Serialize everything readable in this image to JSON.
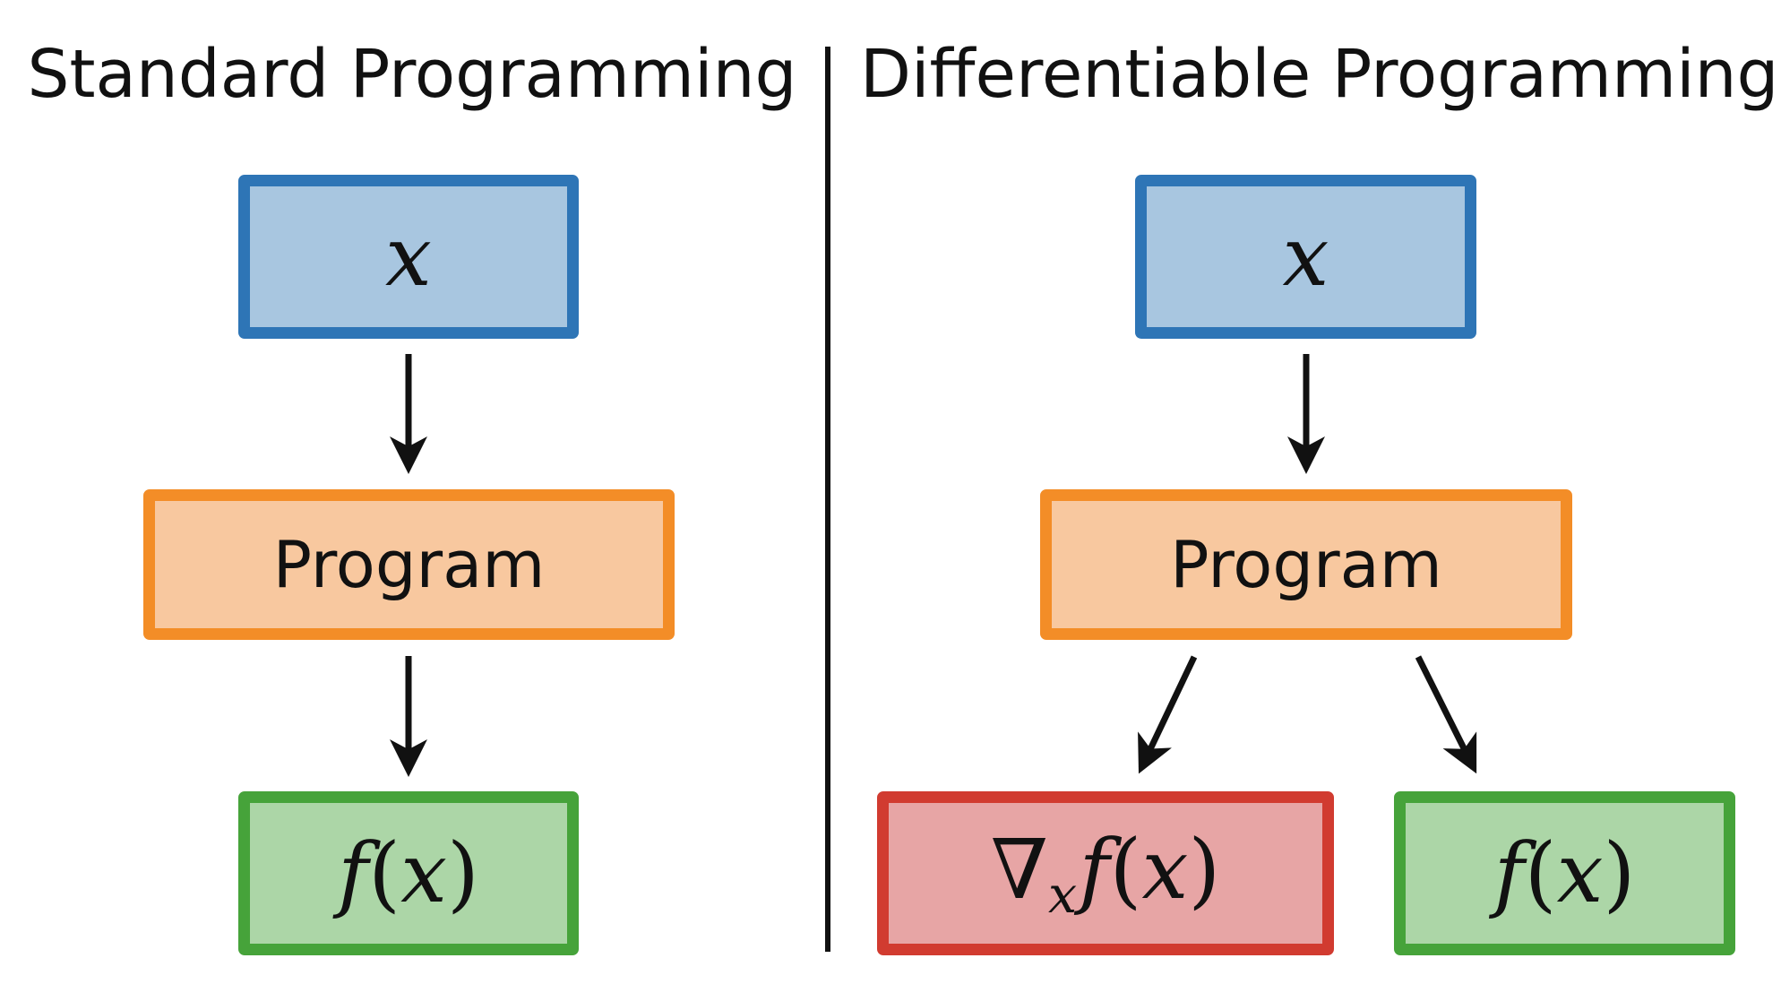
{
  "titles": {
    "left": "Standard Programming",
    "right": "Differentiable Programming"
  },
  "boxes": {
    "input_symbol": "x",
    "program_label": "Program",
    "function_symbol": "f",
    "open_paren": "(",
    "close_paren": ")",
    "nabla_symbol": "∇",
    "gradient_subscript": "x"
  },
  "colors": {
    "input_border": "#2e75b6",
    "input_fill": "#a8c6e0",
    "program_border": "#f38d27",
    "program_fill": "#f8c89f",
    "output_border": "#46a33a",
    "output_fill": "#acd6a7",
    "gradient_border": "#d13b30",
    "gradient_fill": "#e7a5a5"
  }
}
